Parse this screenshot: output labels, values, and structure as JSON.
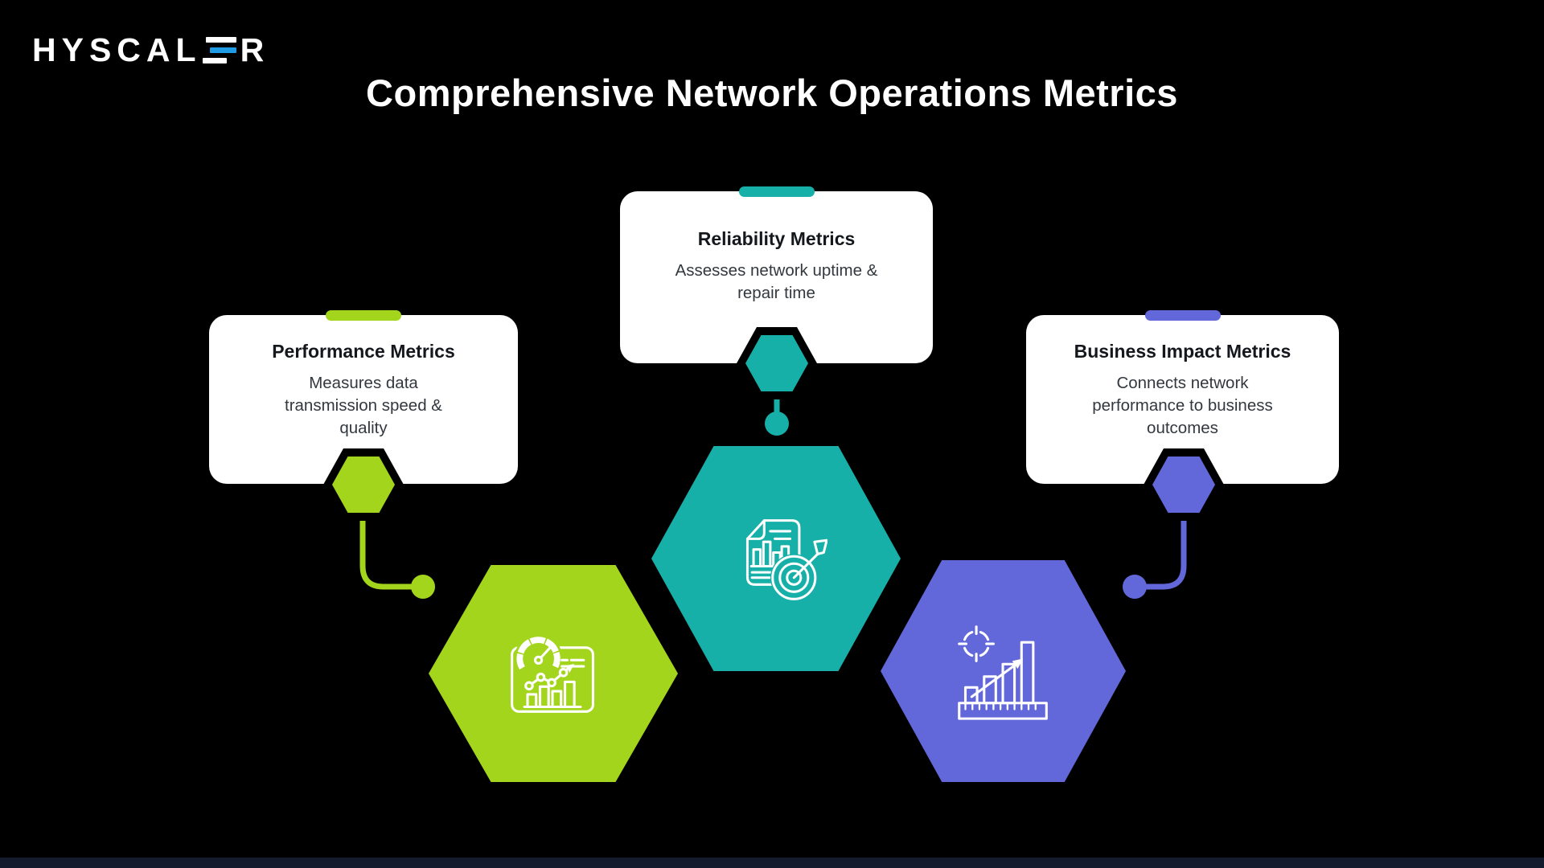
{
  "page": {
    "title": "Comprehensive Network Operations Metrics",
    "background_color": "#000000",
    "bottom_bar_color": "#141b2d"
  },
  "logo": {
    "name": "HYSCALER",
    "text_before": "HYSCAL",
    "text_after": "R",
    "accent_color": "#1f9be5"
  },
  "cards": [
    {
      "title": "Performance Metrics",
      "description": "Measures data transmission speed & quality",
      "accent": "#a3d51c",
      "icon": "speedometer-dashboard-icon"
    },
    {
      "title": "Reliability Metrics",
      "description": "Assesses network uptime & repair time",
      "accent": "#17b0a9",
      "icon": "report-target-icon"
    },
    {
      "title": "Business Impact Metrics",
      "description": "Connects network performance to business outcomes",
      "accent": "#6267da",
      "icon": "growth-chart-ruler-icon"
    }
  ]
}
